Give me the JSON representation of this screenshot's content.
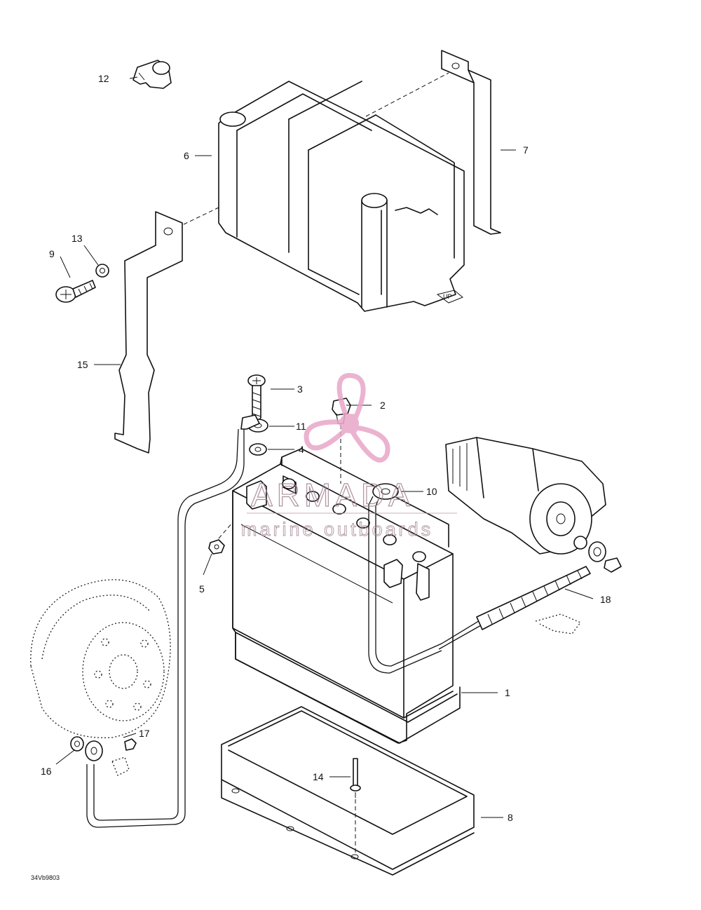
{
  "callouts": [
    {
      "id": "1",
      "label": "1"
    },
    {
      "id": "2",
      "label": "2"
    },
    {
      "id": "3",
      "label": "3"
    },
    {
      "id": "4",
      "label": "4"
    },
    {
      "id": "5",
      "label": "5"
    },
    {
      "id": "6",
      "label": "6"
    },
    {
      "id": "7",
      "label": "7"
    },
    {
      "id": "8",
      "label": "8"
    },
    {
      "id": "9",
      "label": "9"
    },
    {
      "id": "10",
      "label": "10"
    },
    {
      "id": "11",
      "label": "11"
    },
    {
      "id": "12",
      "label": "12"
    },
    {
      "id": "13",
      "label": "13"
    },
    {
      "id": "14",
      "label": "14"
    },
    {
      "id": "15",
      "label": "15"
    },
    {
      "id": "16",
      "label": "16"
    },
    {
      "id": "17",
      "label": "17"
    },
    {
      "id": "18",
      "label": "18"
    }
  ],
  "drawing_code": "34Vb9803",
  "watermark": {
    "title": "ARMADA",
    "subtitle": "marine outboards",
    "logo_color": "#e8a6c8",
    "text_color": "#a08090"
  }
}
